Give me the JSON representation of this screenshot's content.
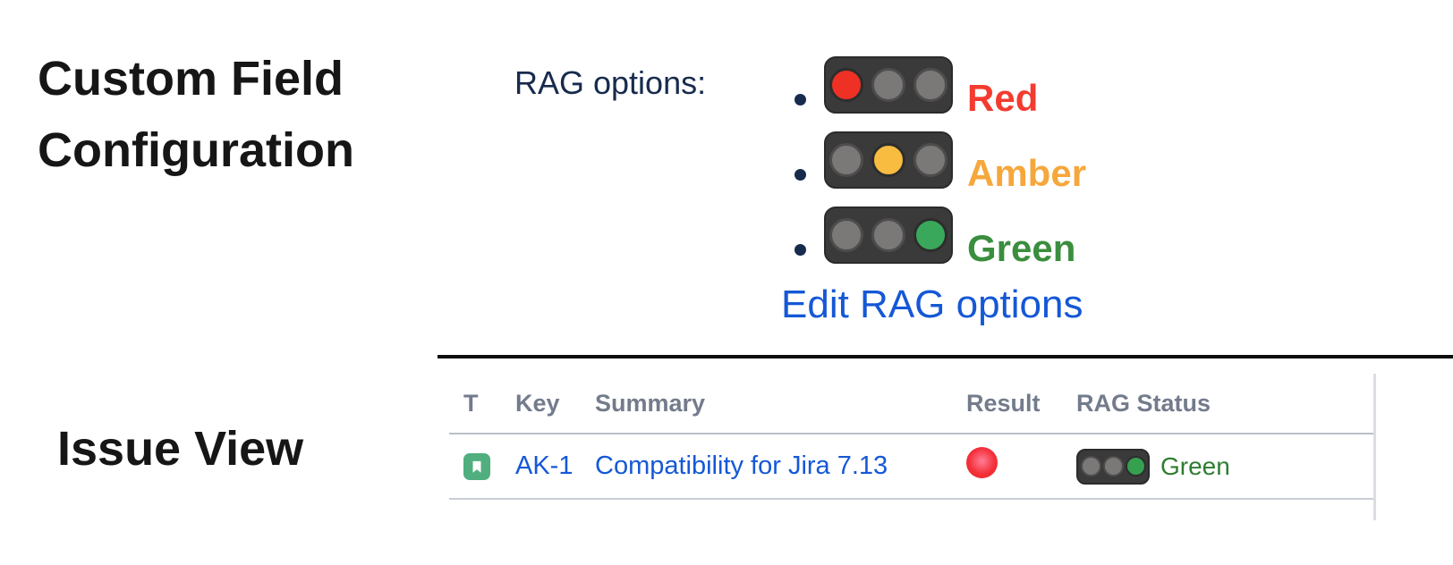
{
  "page": {
    "background": "#ffffff"
  },
  "left_labels": {
    "custom_field_config_line1": "Custom Field",
    "custom_field_config_line2": "Configuration",
    "issue_view": "Issue View"
  },
  "config_section": {
    "field_label": "RAG options:",
    "options": [
      {
        "name": "Red",
        "label_color": "#F43B30",
        "lit_color": "#EE3124",
        "lit_index": 0
      },
      {
        "name": "Amber",
        "label_color": "#F6A73C",
        "lit_color": "#F8BC40",
        "lit_index": 1
      },
      {
        "name": "Green",
        "label_color": "#3A8E3D",
        "lit_color": "#3AA85A",
        "lit_index": 2
      }
    ],
    "edit_link_label": "Edit RAG options",
    "edit_link_color": "#1558D6"
  },
  "issue_table": {
    "columns": [
      "T",
      "Key",
      "Summary",
      "Result",
      "RAG Status"
    ],
    "link_color": "#1558D6",
    "rows": [
      {
        "type_icon": "story-icon",
        "key": "AK-1",
        "summary": "Compatibility for Jira 7.13",
        "result_icon": "red-orb",
        "rag_status": {
          "label": "Green",
          "lit_index": 2,
          "lit_color": "#35A04F",
          "label_color": "#2E7D31"
        }
      }
    ]
  }
}
